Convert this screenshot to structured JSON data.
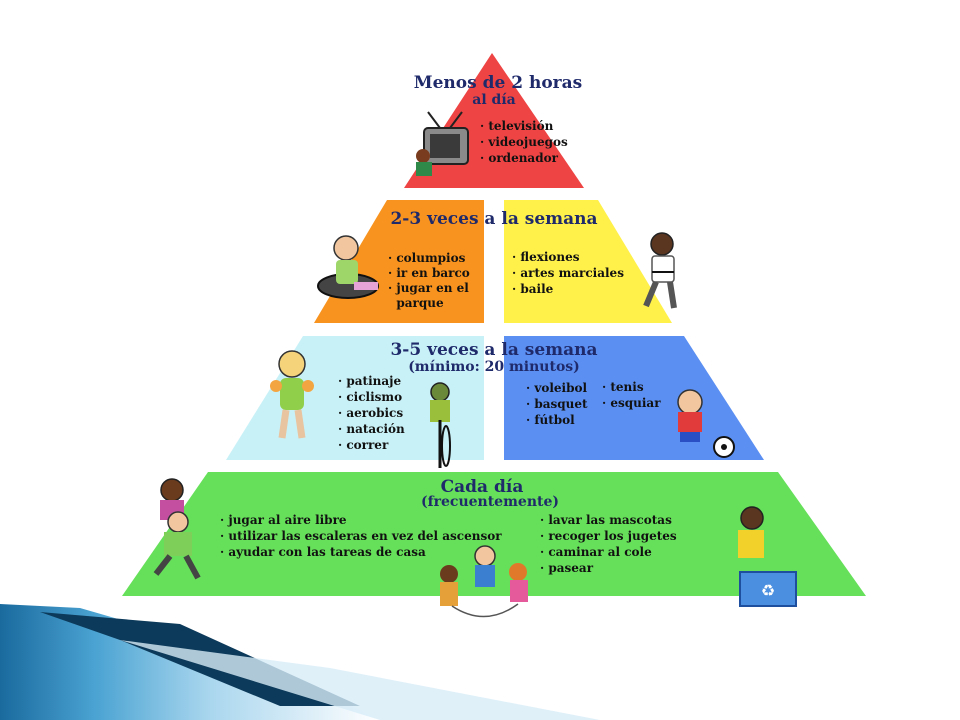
{
  "pyramid": {
    "top": {
      "title_line1": "Menos de 2 horas",
      "title_line2": "al día",
      "color": "#ee4444",
      "items": [
        "· televisión",
        "· videojuegos",
        "· ordenador"
      ]
    },
    "level2": {
      "title": "2-3 veces a la semana",
      "left_color": "#f7931e",
      "right_color": "#fff04a",
      "left_items": [
        "· columpios",
        "· ir en barco",
        "· jugar en el",
        "  parque"
      ],
      "right_items": [
        "· flexiones",
        "· artes marciales",
        "· baile"
      ]
    },
    "level3": {
      "title_line1": "3-5 veces a la semana",
      "title_line2": "(mínimo: 20 minutos)",
      "left_color": "#c8f1f7",
      "right_color": "#5b8ff2",
      "left_items": [
        "· patinaje",
        "· ciclismo",
        "· aerobics",
        "· natación",
        "· correr"
      ],
      "right_col1": [
        "· voleibol",
        "· basquet",
        "· fútbol"
      ],
      "right_col2": [
        "· tenis",
        "· esquiar"
      ]
    },
    "base": {
      "title_line1": "Cada día",
      "title_line2": "(frecuentemente)",
      "color": "#66e05a",
      "left_items": [
        "· jugar al aire libre",
        "· utilizar las escaleras en vez del ascensor",
        "· ayudar con las tareas de casa"
      ],
      "right_items": [
        "· lavar las mascotas",
        "· recoger los jugetes",
        "· caminar al cole",
        "· pasear"
      ]
    }
  },
  "decor": {
    "accent_blue": "#1e6fa3",
    "accent_light": "#7ec3e6"
  }
}
